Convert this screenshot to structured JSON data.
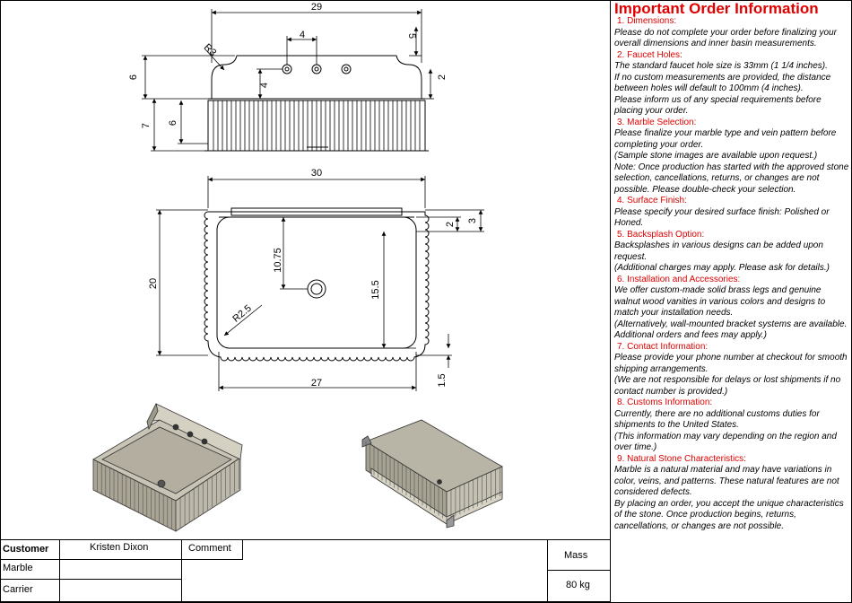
{
  "drawing": {
    "top_view": {
      "overall_width": "29",
      "hole_spacing": "4",
      "edge_offset": "5",
      "corner_radius": "R3",
      "backsplash_height": "6",
      "hole_drop": "4",
      "ledge": "2",
      "front_height": "7",
      "inner_height": "6"
    },
    "plan_view": {
      "outer_width": "30",
      "inner_width": "27",
      "depth": "20",
      "rim_top": "3",
      "rim_inner": "2",
      "drain_offset": "10.75",
      "basin_depth": "15.5",
      "corner_radius": "R2.5",
      "bottom_rim": "1.5"
    }
  },
  "info": {
    "title": "Important Order Information",
    "sections": [
      {
        "title": "1. Dimensions:",
        "lines": [
          "Please do not complete your order before finalizing your overall dimensions and inner basin measurements."
        ]
      },
      {
        "title": "2. Faucet Holes:",
        "lines": [
          "The standard faucet hole size is 33mm (1 1/4 inches).",
          "If no custom measurements are provided, the distance between holes will default to 100mm (4 inches).",
          "Please inform us of any special requirements before placing your order."
        ]
      },
      {
        "title": "3. Marble Selection:",
        "lines": [
          "Please finalize your marble type and vein pattern before completing your order.",
          "(Sample stone images are available upon request.)",
          "Note: Once production has started with the approved stone selection, cancellations, returns, or changes are not possible. Please double-check your selection."
        ]
      },
      {
        "title": "4. Surface Finish:",
        "lines": [
          "Please specify your desired surface finish: Polished or Honed."
        ]
      },
      {
        "title": "5. Backsplash Option:",
        "lines": [
          "Backsplashes in various designs can be added upon request.",
          "(Additional charges may apply. Please ask for details.)"
        ]
      },
      {
        "title": "6. Installation and Accessories:",
        "lines": [
          "We offer custom-made solid brass legs and genuine walnut wood vanities in various colors and designs to match your installation needs.",
          "(Alternatively, wall-mounted bracket systems are available. Additional orders and fees may apply.)"
        ]
      },
      {
        "title": "7. Contact Information:",
        "lines": [
          "Please provide your phone number at checkout for smooth shipping arrangements.",
          "(We are not responsible for delays or lost shipments if no contact number is provided.)"
        ]
      },
      {
        "title": "8. Customs Information:",
        "lines": [
          "Currently, there are no additional customs duties for shipments to the United States.",
          "(This information may vary depending on the region and over time.)"
        ]
      },
      {
        "title": "9. Natural Stone Characteristics:",
        "lines": [
          "Marble is a natural material and may have variations in color, veins, and patterns. These natural features are not considered defects.",
          "By placing an order, you accept the unique characteristics of the stone. Once production begins, returns, cancellations, or changes are not possible."
        ]
      }
    ]
  },
  "table": {
    "customer_label": "Customer",
    "customer_value": "Kristen Dixon",
    "marble_label": "Marble",
    "marble_value": "",
    "carrier_label": "Carrier",
    "carrier_value": "",
    "comment_label": "Comment",
    "mass_label": "Mass",
    "mass_value": "80 kg"
  }
}
